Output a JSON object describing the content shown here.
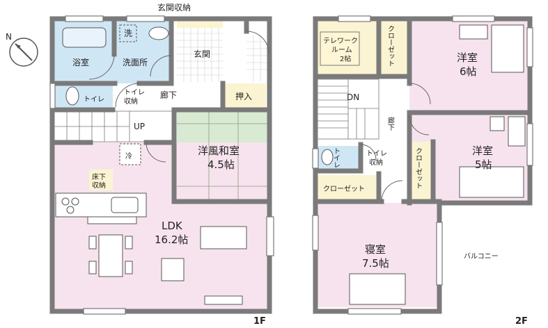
{
  "compass": {
    "north_label": "N"
  },
  "floor1": {
    "floor_label": "1F",
    "genkan_storage": "玄関収納",
    "laundry_mark": "洗",
    "bath": "浴室",
    "washroom": "洗面所",
    "genkan": "玄関",
    "toilet": "トイレ",
    "toilet_storage_1": "トイレ",
    "toilet_storage_2": "収納",
    "hallway": "廊下",
    "closet": "押入",
    "stairs_up": "UP",
    "washitsu_name": "洋風和室",
    "washitsu_size": "4.5帖",
    "fridge_mark": "冷",
    "underfloor_1": "床下",
    "underfloor_2": "収納",
    "ldk_name": "LDK",
    "ldk_size": "16.2帖"
  },
  "floor2": {
    "floor_label": "2F",
    "telework_1": "テレワーク",
    "telework_2": "ルーム",
    "telework_3": "2帖",
    "closet_vertical_1": "クローゼット",
    "room6_name": "洋室",
    "room6_size": "6帖",
    "stairs_down": "DN",
    "hallway": "廊下",
    "toilet": "トイレ",
    "toilet_storage_1": "トイレ",
    "toilet_storage_2": "収納",
    "closet_vertical_2": "クローゼット",
    "room5_name": "洋室",
    "room5_size": "5帖",
    "closet_horizontal": "クローゼット",
    "bedroom_name": "寝室",
    "bedroom_size": "7.5帖",
    "balcony": "バルコニー"
  },
  "colors": {
    "wall": "#7a7a7a",
    "pink": "#f7e3ee",
    "green": "#d9ead3",
    "blue": "#cfe6f5",
    "yellow": "#fbf4d2",
    "hall": "#ffffff"
  }
}
